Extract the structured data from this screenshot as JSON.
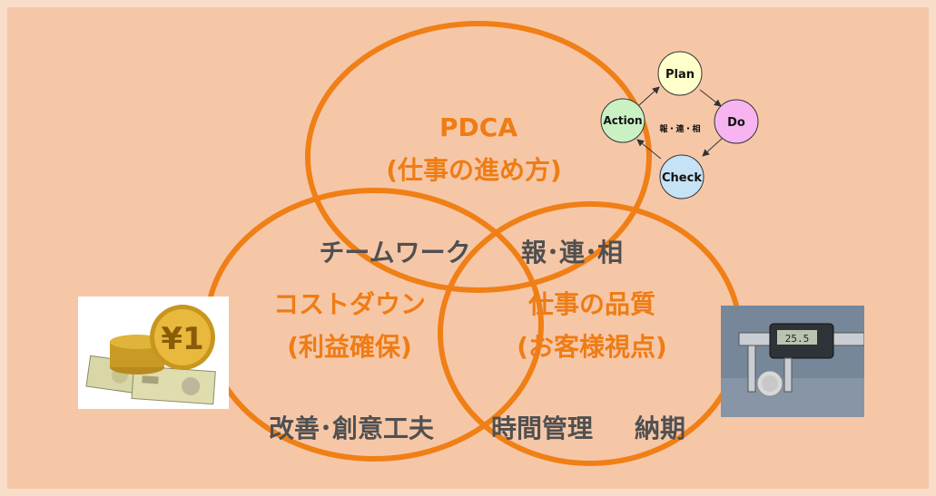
{
  "colors": {
    "background": "#f6c7a7",
    "circle": "#f07f16",
    "orange_text": "#ef7c14",
    "dark_text": "#505050"
  },
  "circles": {
    "top": {
      "title": "PDCA",
      "subtitle": "(仕事の進め方)"
    },
    "left": {
      "title": "コストダウン",
      "subtitle": "(利益確保)"
    },
    "right": {
      "title": "仕事の品質",
      "subtitle": "(お客様視点)"
    }
  },
  "overlap_labels": {
    "teamwork": "チームワーク",
    "hourensou": "報･連･相"
  },
  "bottom_labels": {
    "kaizen": "改善･創意工夫",
    "time": "時間管理",
    "deadline": "納期"
  },
  "pdca_cycle": {
    "plan": "Plan",
    "do": "Do",
    "check": "Check",
    "action": "Action",
    "center": "報・連・相"
  },
  "images": {
    "coins_icon": "yen-coins-and-banknotes",
    "caliper_icon": "digital-caliper-photo"
  }
}
